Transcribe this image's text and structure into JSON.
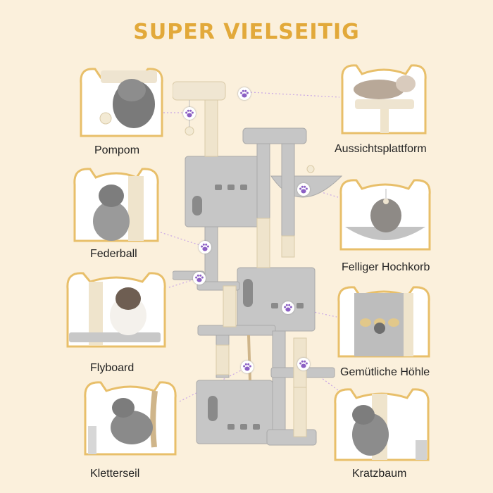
{
  "title": "SUPER VIELSEITIG",
  "features": [
    {
      "label": "Pompom"
    },
    {
      "label": "Aussichtsplattform"
    },
    {
      "label": "Federball"
    },
    {
      "label": "Felliger Hochkorb"
    },
    {
      "label": "Flyboard"
    },
    {
      "label": "Gemütliche Höhle"
    },
    {
      "label": "Kletterseil"
    },
    {
      "label": "Kratzbaum"
    }
  ],
  "colors": {
    "background": "#fbf0dc",
    "title": "#e2a93a",
    "frame_border": "#e8bf6a",
    "paw": "#8b5fc4",
    "plush": "#c6c6c6",
    "sisal": "#efe4cc"
  },
  "icons": [
    "paw-icon"
  ]
}
